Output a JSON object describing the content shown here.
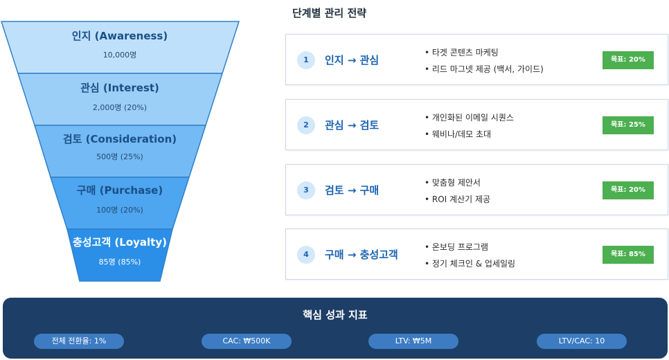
{
  "funnel": {
    "stages": [
      {
        "name": "인지 (Awareness)",
        "value": "10,000명",
        "color": "#bfe0fb"
      },
      {
        "name": "관심 (Interest)",
        "value": "2,000명 (20%)",
        "color": "#9ccff8"
      },
      {
        "name": "검토 (Consideration)",
        "value": "500명 (25%)",
        "color": "#74baf4"
      },
      {
        "name": "구매 (Purchase)",
        "value": "100명 (20%)",
        "color": "#4ea5f0"
      },
      {
        "name": "충성고객 (Loyalty)",
        "value": "85명 (85%)",
        "color": "#2b8fe8"
      }
    ]
  },
  "strategy": {
    "title": "단계별 관리 전략",
    "cards": [
      {
        "num": "1",
        "transition": "인지 → 관심",
        "bullets": [
          "• 타겟 콘텐츠 마케팅",
          "• 리드 마그넷 제공 (백서, 가이드)"
        ],
        "goal": "목표: 20%"
      },
      {
        "num": "2",
        "transition": "관심 → 검토",
        "bullets": [
          "• 개인화된 이메일 시퀀스",
          "• 웨비나/데모 초대"
        ],
        "goal": "목표: 25%"
      },
      {
        "num": "3",
        "transition": "검토 → 구매",
        "bullets": [
          "• 맞춤형 제안서",
          "• ROI 계산기 제공"
        ],
        "goal": "목표: 20%"
      },
      {
        "num": "4",
        "transition": "구매 → 충성고객",
        "bullets": [
          "• 온보딩 프로그램",
          "• 정기 체크인 & 업세일링"
        ],
        "goal": "목표: 85%"
      }
    ]
  },
  "kpi": {
    "title": "핵심 성과 지표",
    "items": [
      "전체 전환율: 1%",
      "CAC: ₩500K",
      "LTV: ₩5M",
      "LTV/CAC: 10"
    ]
  },
  "colors": {
    "goal_badge": "#4caf50",
    "kpi_panel": "#1d3e66",
    "kpi_pill": "#3d7cc2",
    "accent": "#1b63b0"
  }
}
